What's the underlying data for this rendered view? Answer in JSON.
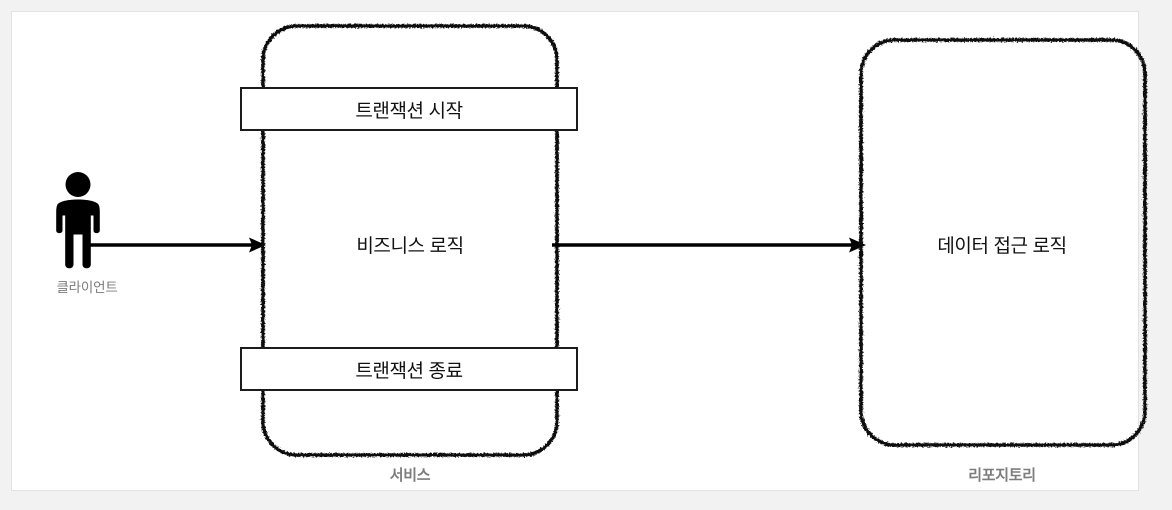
{
  "diagram": {
    "title": "Layered architecture: Client to Service to Repository",
    "background_color": "#f2f2f2",
    "canvas_color": "#ffffff",
    "stroke_color": "#1c1c1c",
    "caption_color": "#7d7d7d"
  },
  "actor": {
    "icon": "person-actor-icon",
    "label": "클라이언트"
  },
  "service": {
    "caption": "서비스",
    "body_label": "비즈니스 로직",
    "bands": [
      {
        "label": "트랜잭션 시작",
        "position": "top"
      },
      {
        "label": "트랜잭션 종료",
        "position": "bottom"
      }
    ]
  },
  "repository": {
    "caption": "리포지토리",
    "body_label": "데이터 접근 로직"
  },
  "arrows": [
    {
      "name": "client-to-service",
      "from": "클라이언트",
      "to": "서비스",
      "label": ""
    },
    {
      "name": "service-to-repository",
      "from": "서비스",
      "to": "리포지토리",
      "label": ""
    }
  ]
}
